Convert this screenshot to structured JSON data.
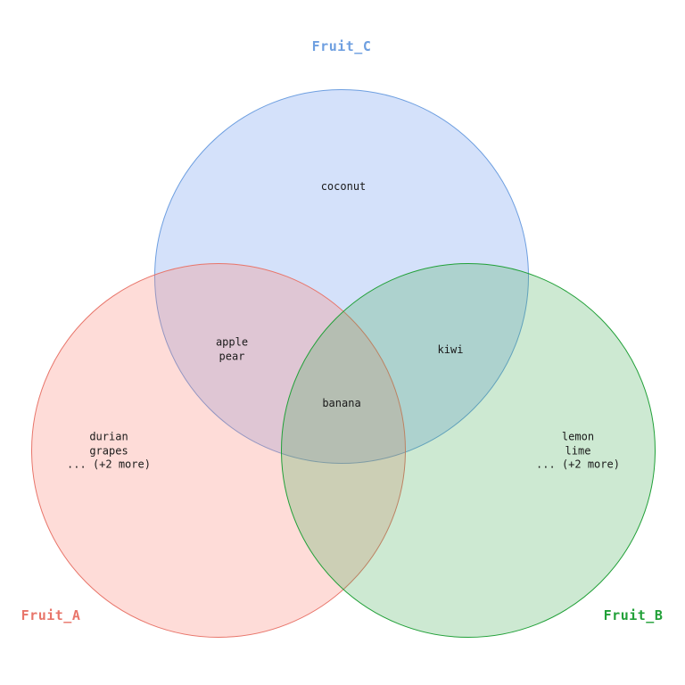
{
  "venn": {
    "type": "venn3",
    "sets": [
      {
        "id": "A",
        "label": "Fruit_A",
        "stroke": "#e8756a",
        "fill": "#fa8072",
        "position": "bottom-left"
      },
      {
        "id": "B",
        "label": "Fruit_B",
        "stroke": "#21a038",
        "fill": "#3caa50",
        "position": "bottom-right"
      },
      {
        "id": "C",
        "label": "Fruit_C",
        "stroke": "#6e9fe0",
        "fill": "#6495ed",
        "position": "top-center"
      }
    ],
    "regions": {
      "c_only": {
        "sets": [
          "C"
        ],
        "label": "coconut"
      },
      "a_c": {
        "sets": [
          "A",
          "C"
        ],
        "label": "apple\npear"
      },
      "b_c": {
        "sets": [
          "B",
          "C"
        ],
        "label": "kiwi"
      },
      "a_b_c": {
        "sets": [
          "A",
          "B",
          "C"
        ],
        "label": "banana"
      },
      "a_only": {
        "sets": [
          "A"
        ],
        "label": "durian\ngrapes\n... (+2 more)"
      },
      "b_only": {
        "sets": [
          "B"
        ],
        "label": "lemon\nlime\n... (+2 more)"
      }
    }
  }
}
